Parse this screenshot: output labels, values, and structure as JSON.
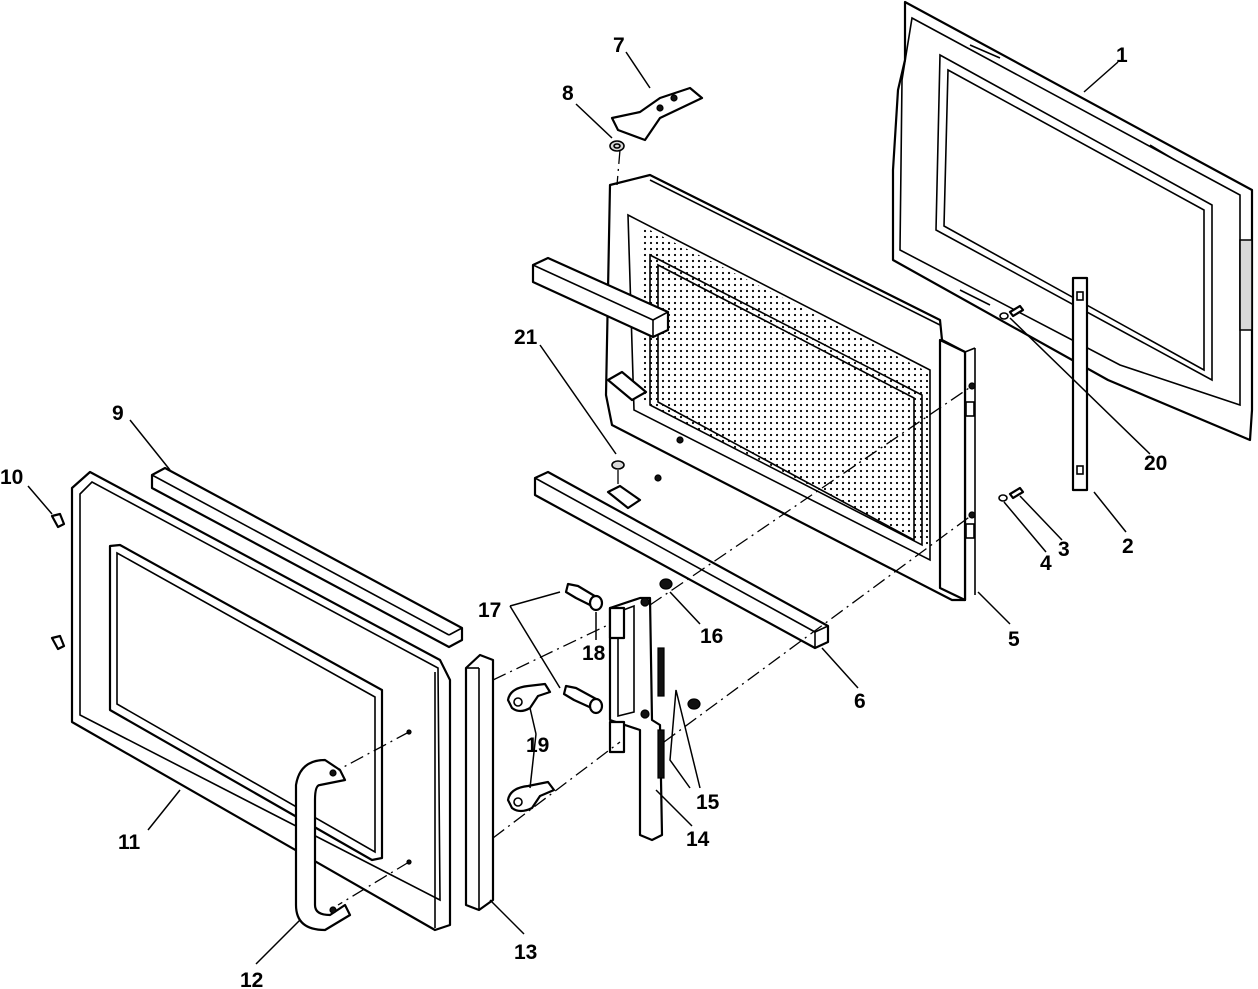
{
  "diagram": {
    "type": "exploded-parts-view",
    "callouts": [
      {
        "id": "c1",
        "label": "1"
      },
      {
        "id": "c2",
        "label": "2"
      },
      {
        "id": "c3",
        "label": "3"
      },
      {
        "id": "c4",
        "label": "4"
      },
      {
        "id": "c5",
        "label": "5"
      },
      {
        "id": "c6",
        "label": "6"
      },
      {
        "id": "c7",
        "label": "7"
      },
      {
        "id": "c8",
        "label": "8"
      },
      {
        "id": "c9",
        "label": "9"
      },
      {
        "id": "c10",
        "label": "10"
      },
      {
        "id": "c11",
        "label": "11"
      },
      {
        "id": "c12",
        "label": "12"
      },
      {
        "id": "c13",
        "label": "13"
      },
      {
        "id": "c14",
        "label": "14"
      },
      {
        "id": "c15",
        "label": "15"
      },
      {
        "id": "c16",
        "label": "16"
      },
      {
        "id": "c17",
        "label": "17"
      },
      {
        "id": "c18",
        "label": "18"
      },
      {
        "id": "c19",
        "label": "19"
      },
      {
        "id": "c20",
        "label": "20"
      },
      {
        "id": "c21",
        "label": "21"
      }
    ]
  }
}
